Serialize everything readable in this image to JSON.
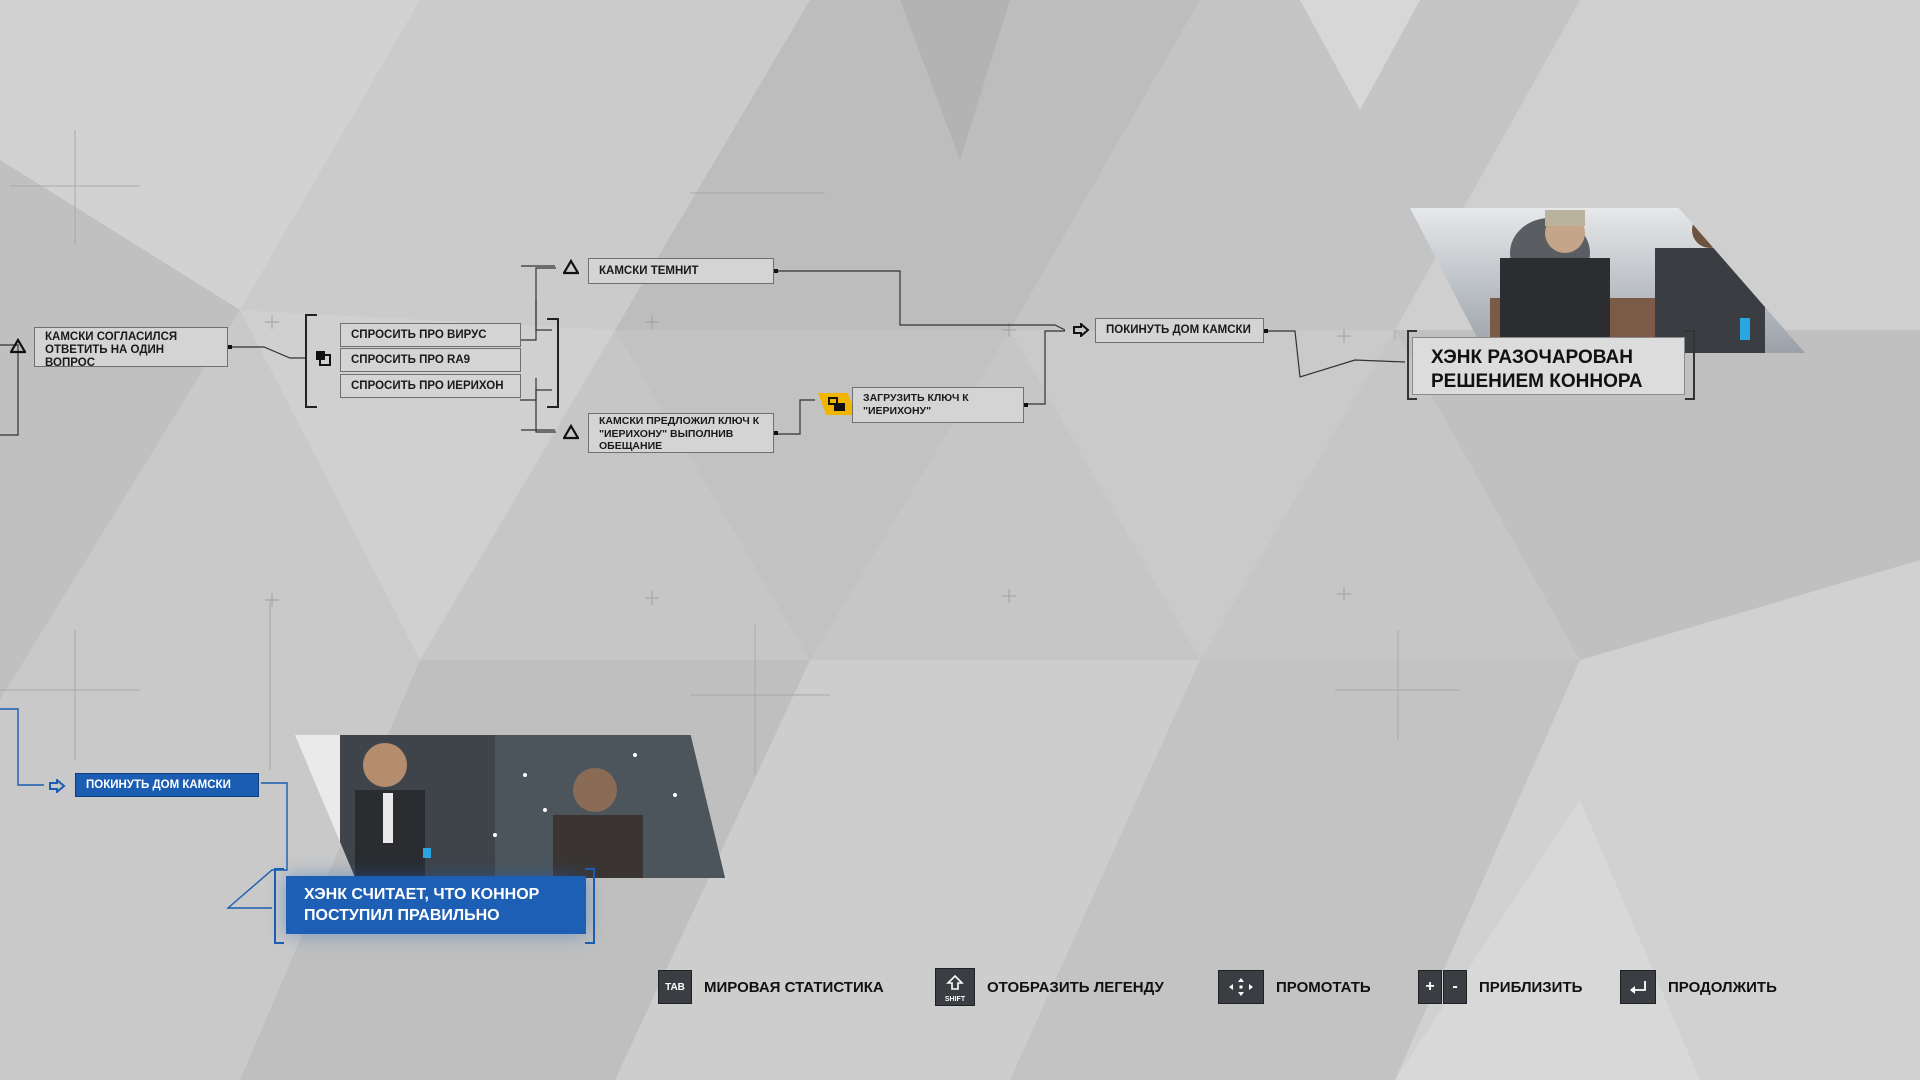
{
  "flowchart": {
    "left_node": "КАМСКИ СОГЛАСИЛСЯ ОТВЕТИТЬ НА ОДИН ВОПРОС",
    "options": [
      "СПРОСИТЬ ПРО ВИРУС",
      "СПРОСИТЬ ПРО RA9",
      "СПРОСИТЬ ПРО ИЕРИХОН"
    ],
    "kamski_dark": "КАМСКИ ТЕМНИТ",
    "kamski_offered": "КАМСКИ ПРЕДЛОЖИЛ КЛЮЧ К \"ИЕРИХОНУ\" ВЫПОЛНИВ ОБЕЩАНИЕ",
    "load_key": "ЗАГРУЗИТЬ КЛЮЧ К \"ИЕРИХОНУ\"",
    "leave_top": "ПОКИНУТЬ ДОМ КАМСКИ",
    "leave_bottom": "ПОКИНУТЬ ДОМ КАМСКИ"
  },
  "results": {
    "hank_disappointed": [
      "ХЭНК РАЗОЧАРОВАН",
      "РЕШЕНИЕМ КОННОРА"
    ],
    "hank_thinks": [
      "ХЭНК СЧИТАЕТ, ЧТО КОННОР",
      "ПОСТУПИЛ ПРАВИЛЬНО"
    ]
  },
  "controls": [
    {
      "key": "TAB",
      "label": "МИРОВАЯ СТАТИСТИКА",
      "icon": "tab-key-icon"
    },
    {
      "key": "SHIFT",
      "label": "ОТОБРАЗИТЬ ЛЕГЕНДУ",
      "icon": "shift-key-icon"
    },
    {
      "key": "",
      "label": "ПРОМОТАТЬ",
      "icon": "move-arrows-icon"
    },
    {
      "key": "+ -",
      "label": "ПРИБЛИЗИТЬ",
      "icon": "zoom-keys-icon"
    },
    {
      "key": "",
      "label": "ПРОДОЛЖИТЬ",
      "icon": "enter-key-icon"
    }
  ],
  "colors": {
    "background": "#c9c9c9",
    "path_blue": "#1b5db3",
    "locked_yellow": "#f1b400",
    "node_fill": "#d4d4d4",
    "key_dark": "#3a3d42"
  }
}
